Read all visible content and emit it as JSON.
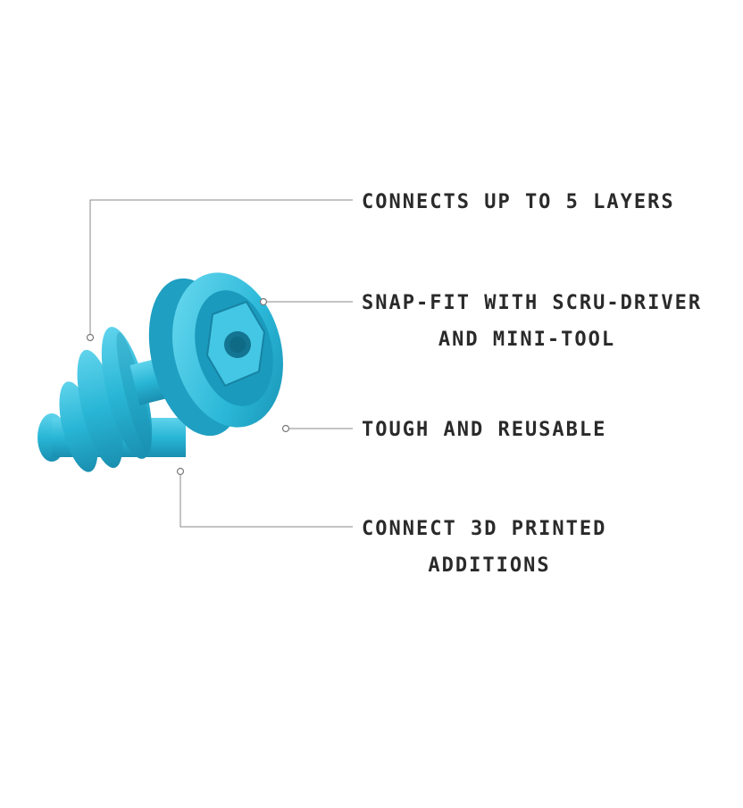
{
  "product": {
    "colors": {
      "body": "#29b6d6",
      "highlight": "#5fd3ec",
      "shadow": "#1a8fb0",
      "dark": "#137592"
    }
  },
  "callouts": [
    {
      "lines": [
        "CONNECTS UP TO 5 LAYERS"
      ]
    },
    {
      "lines": [
        "SNAP-FIT WITH SCRU-DRIVER",
        "AND MINI-TOOL"
      ]
    },
    {
      "lines": [
        "TOUGH AND REUSABLE"
      ]
    },
    {
      "lines": [
        "CONNECT 3D PRINTED",
        "ADDITIONS"
      ]
    }
  ]
}
